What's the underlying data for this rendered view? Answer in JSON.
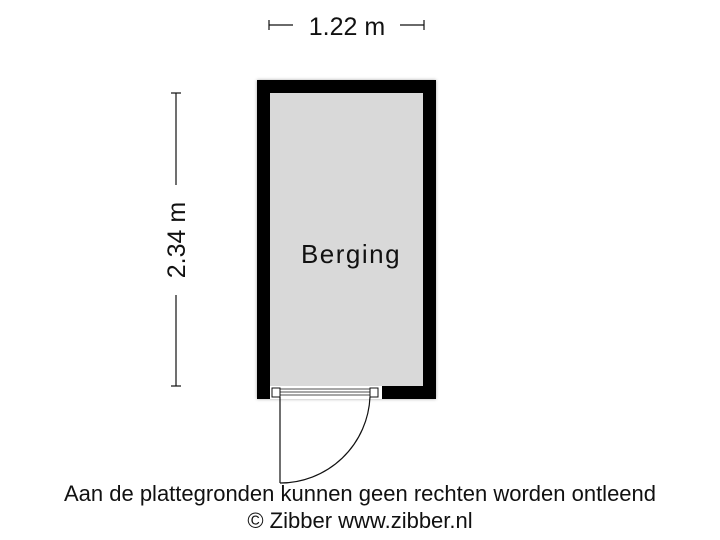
{
  "floorplan": {
    "room": {
      "label": "Berging",
      "fill": "#d9d9d9",
      "wall": "#000000"
    },
    "dimensions": {
      "width": "1.22 m",
      "height": "2.34 m"
    }
  },
  "footer": {
    "disclaimer": "Aan de plattegronden kunnen geen rechten worden ontleend",
    "copyright": "© Zibber www.zibber.nl"
  }
}
